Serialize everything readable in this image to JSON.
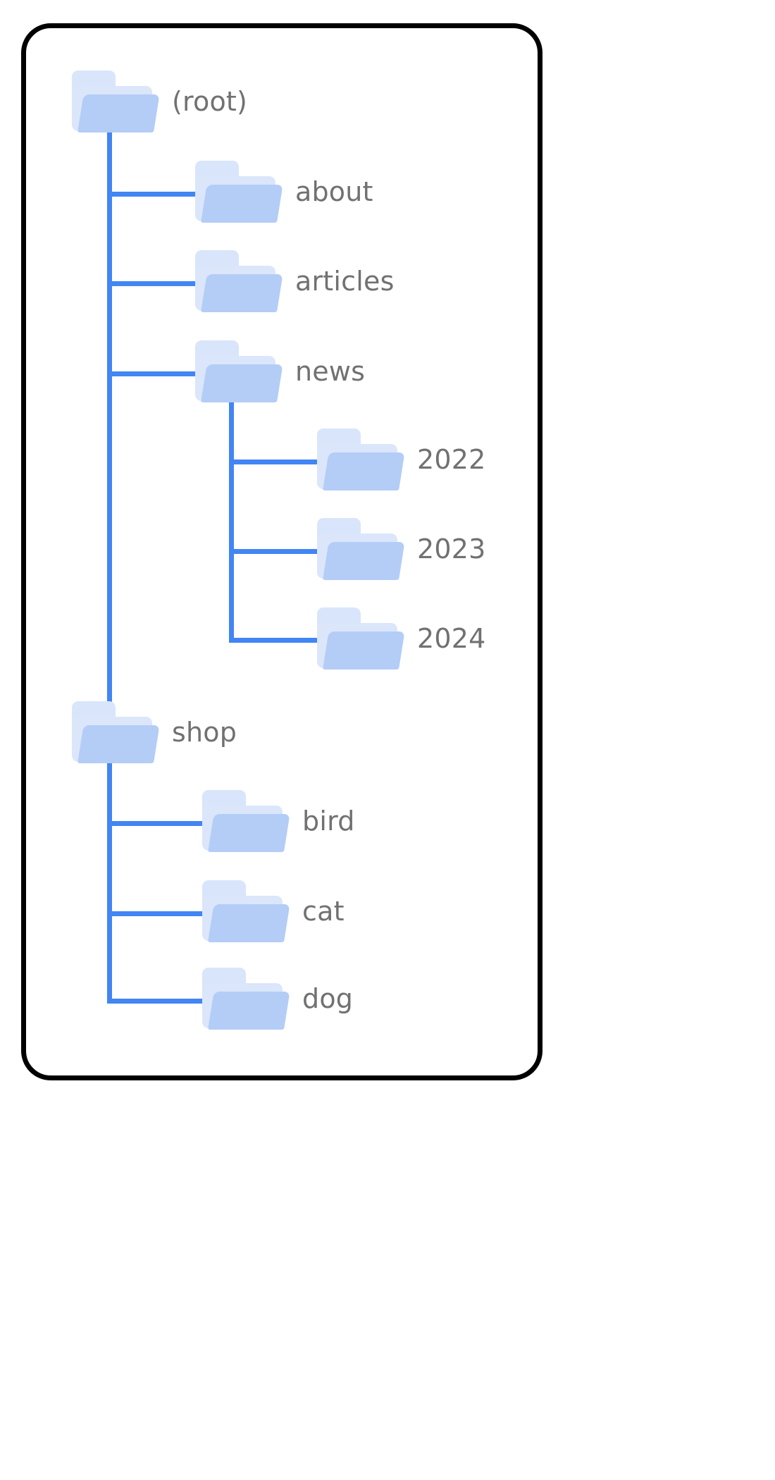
{
  "diagram": {
    "type": "folder-tree",
    "title": "",
    "colors": {
      "card_border": "#000000",
      "card_background": "#ffffff",
      "connector_line": "#4285f4",
      "folder_front": "#b4cdf7",
      "folder_back": "#dbe6fb",
      "folder_tab": "#d9e5fb",
      "label_text": "#717171"
    },
    "root": {
      "label": "(root)",
      "icon": "folder-icon",
      "children": [
        {
          "label": "about",
          "icon": "folder-icon",
          "children": []
        },
        {
          "label": "articles",
          "icon": "folder-icon",
          "children": []
        },
        {
          "label": "news",
          "icon": "folder-icon",
          "children": [
            {
              "label": "2022",
              "icon": "folder-icon",
              "children": []
            },
            {
              "label": "2023",
              "icon": "folder-icon",
              "children": []
            },
            {
              "label": "2024",
              "icon": "folder-icon",
              "children": []
            }
          ]
        },
        {
          "label": "shop",
          "icon": "folder-icon",
          "children": [
            {
              "label": "bird",
              "icon": "folder-icon",
              "children": []
            },
            {
              "label": "cat",
              "icon": "folder-icon",
              "children": []
            },
            {
              "label": "dog",
              "icon": "folder-icon",
              "children": []
            }
          ]
        }
      ]
    },
    "nodes": {
      "root": "(root)",
      "about": "about",
      "articles": "articles",
      "news": "news",
      "y2022": "2022",
      "y2023": "2023",
      "y2024": "2024",
      "shop": "shop",
      "bird": "bird",
      "cat": "cat",
      "dog": "dog"
    }
  }
}
